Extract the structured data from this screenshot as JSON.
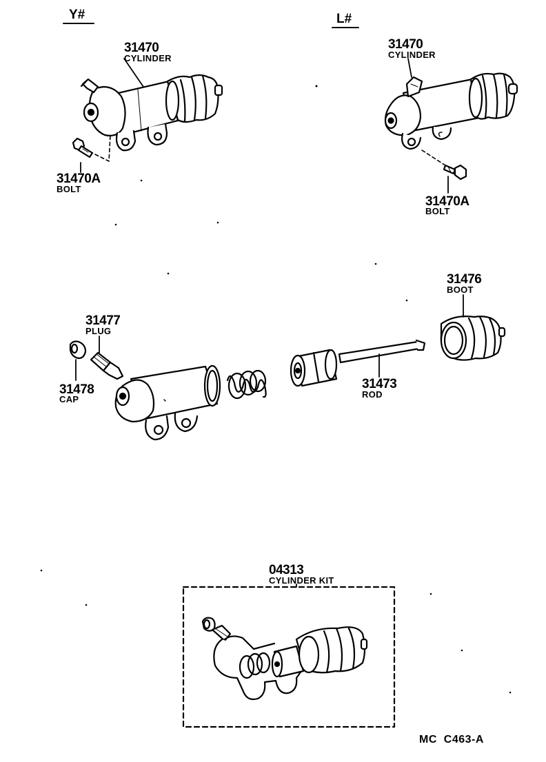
{
  "variants": {
    "left": "Y#",
    "right": "L#"
  },
  "callouts": {
    "cyl_y": {
      "number": "31470",
      "name": "CYLINDER"
    },
    "cyl_l": {
      "number": "31470",
      "name": "CYLINDER"
    },
    "bolt_y": {
      "number": "31470A",
      "name": "BOLT"
    },
    "bolt_l": {
      "number": "31470A",
      "name": "BOLT"
    },
    "plug": {
      "number": "31477",
      "name": "PLUG"
    },
    "cap": {
      "number": "31478",
      "name": "CAP"
    },
    "rod": {
      "number": "31473",
      "name": "ROD"
    },
    "boot": {
      "number": "31476",
      "name": "BOOT"
    },
    "kit": {
      "number": "04313",
      "name": "CYLINDER KIT"
    }
  },
  "diagram_code": "MC  C463-A"
}
